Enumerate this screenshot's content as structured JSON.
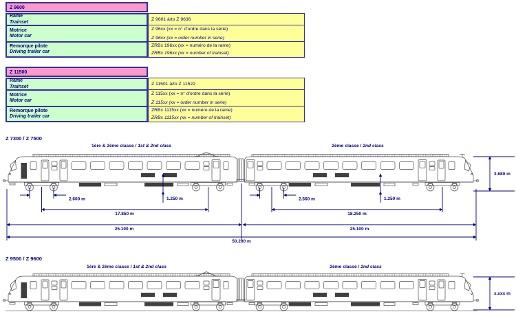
{
  "colors": {
    "header_pink": "#FF99CC",
    "label_green": "#CCFFCC",
    "value_yellow": "#FFFF99",
    "table_border": "#333399",
    "text_navy": "#000080"
  },
  "tables": [
    {
      "header": "Z 9600",
      "rows": [
        {
          "label_fr": "Rame",
          "label_en": "Trainset",
          "value_fr": "Z 9601 à/to  Z 9636",
          "value_en": ""
        },
        {
          "label_fr": "Motrice",
          "label_en": "Motor car",
          "value_fr": "Z 96xx (xx = n° d'ordre dans la série)",
          "value_en": "Z 96xx (xx = order number in serie)"
        },
        {
          "label_fr": "Remorque pilote",
          "label_en": "Driving trailer car",
          "value_fr": "ZRBx 196xx (xx = numéro de la rame)",
          "value_en": "ZRBx 196xx (xx = number of trainset)"
        }
      ]
    },
    {
      "header": "Z 11500",
      "rows": [
        {
          "label_fr": "Rame",
          "label_en": "Trainset",
          "value_fr": "Z 11501 à/to  Z 11522",
          "value_en": ""
        },
        {
          "label_fr": "Motrice",
          "label_en": "Motor car",
          "value_fr": "Z 115xx (xx = n° d'ordre dans la série)",
          "value_en": "Z 115xx (xx = order number in serie)"
        },
        {
          "label_fr": "Remorque pilote",
          "label_en": "Driving trailer car",
          "value_fr": "ZRBx 1115xx (xx = numéro de la rame)",
          "value_en": "ZRBx 1115xx (xx = number of trainset)"
        }
      ]
    }
  ],
  "diagrams": [
    {
      "title": "Z 7300 / Z 7500",
      "car1_class_fr": "1ère & 2ème classe / ",
      "car1_class_en": "1st & 2nd class",
      "car2_class_fr": "2ème classe / ",
      "car2_class_en": "2nd class",
      "dims": {
        "car1_wheelbase": "2.600 m",
        "car1_floor_height": "1.250 m",
        "car1_bogie_distance": "17.850 m",
        "car1_length": "25.100 m",
        "car2_wheelbase": "2.560 m",
        "car2_floor_height": "1.250 m",
        "car2_bogie_distance": "18.250 m",
        "car2_length": "25.100 m",
        "total_length": "50.200 m",
        "height": "3.680 m"
      }
    },
    {
      "title": "Z 9500 / Z 9600",
      "car1_class_fr": "1ère & 2ème classe / ",
      "car1_class_en": "1st & 2nd class",
      "car2_class_fr": "2ème classe / ",
      "car2_class_en": "2nd class",
      "dims": {
        "height": "x.xxx m"
      }
    }
  ]
}
